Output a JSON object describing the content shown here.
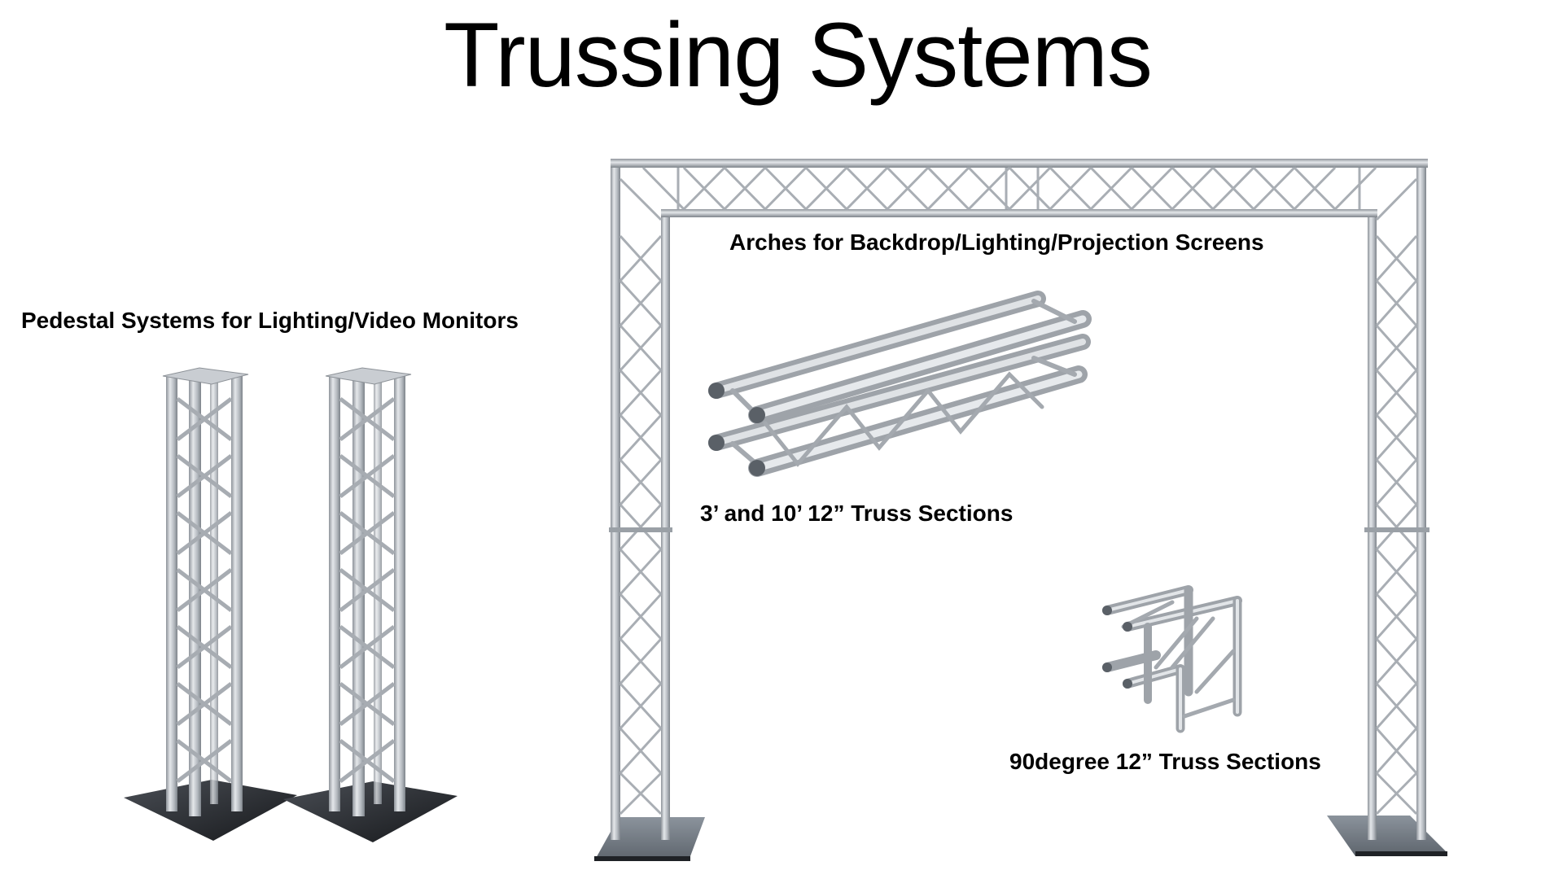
{
  "slide": {
    "title": "Trussing Systems",
    "labels": {
      "pedestal": "Pedestal Systems for Lighting/Video Monitors",
      "arch": "Arches for Backdrop/Lighting/Projection Screens",
      "sections": "3’ and 10’ 12” Truss Sections",
      "corner": "90degree 12” Truss Sections"
    },
    "products": [
      {
        "name": "pedestal-truss-tower",
        "count": 2
      },
      {
        "name": "truss-arch",
        "count": 1
      },
      {
        "name": "straight-truss-section",
        "count": 1
      },
      {
        "name": "90-degree-corner-truss",
        "count": 1
      }
    ],
    "colors": {
      "background": "#ffffff",
      "text": "#000000",
      "aluminum": "#b9bdc2",
      "aluminum_dark": "#8d9298",
      "base_plate": "#2a2c30",
      "arch_foot": "#6f7780"
    }
  }
}
